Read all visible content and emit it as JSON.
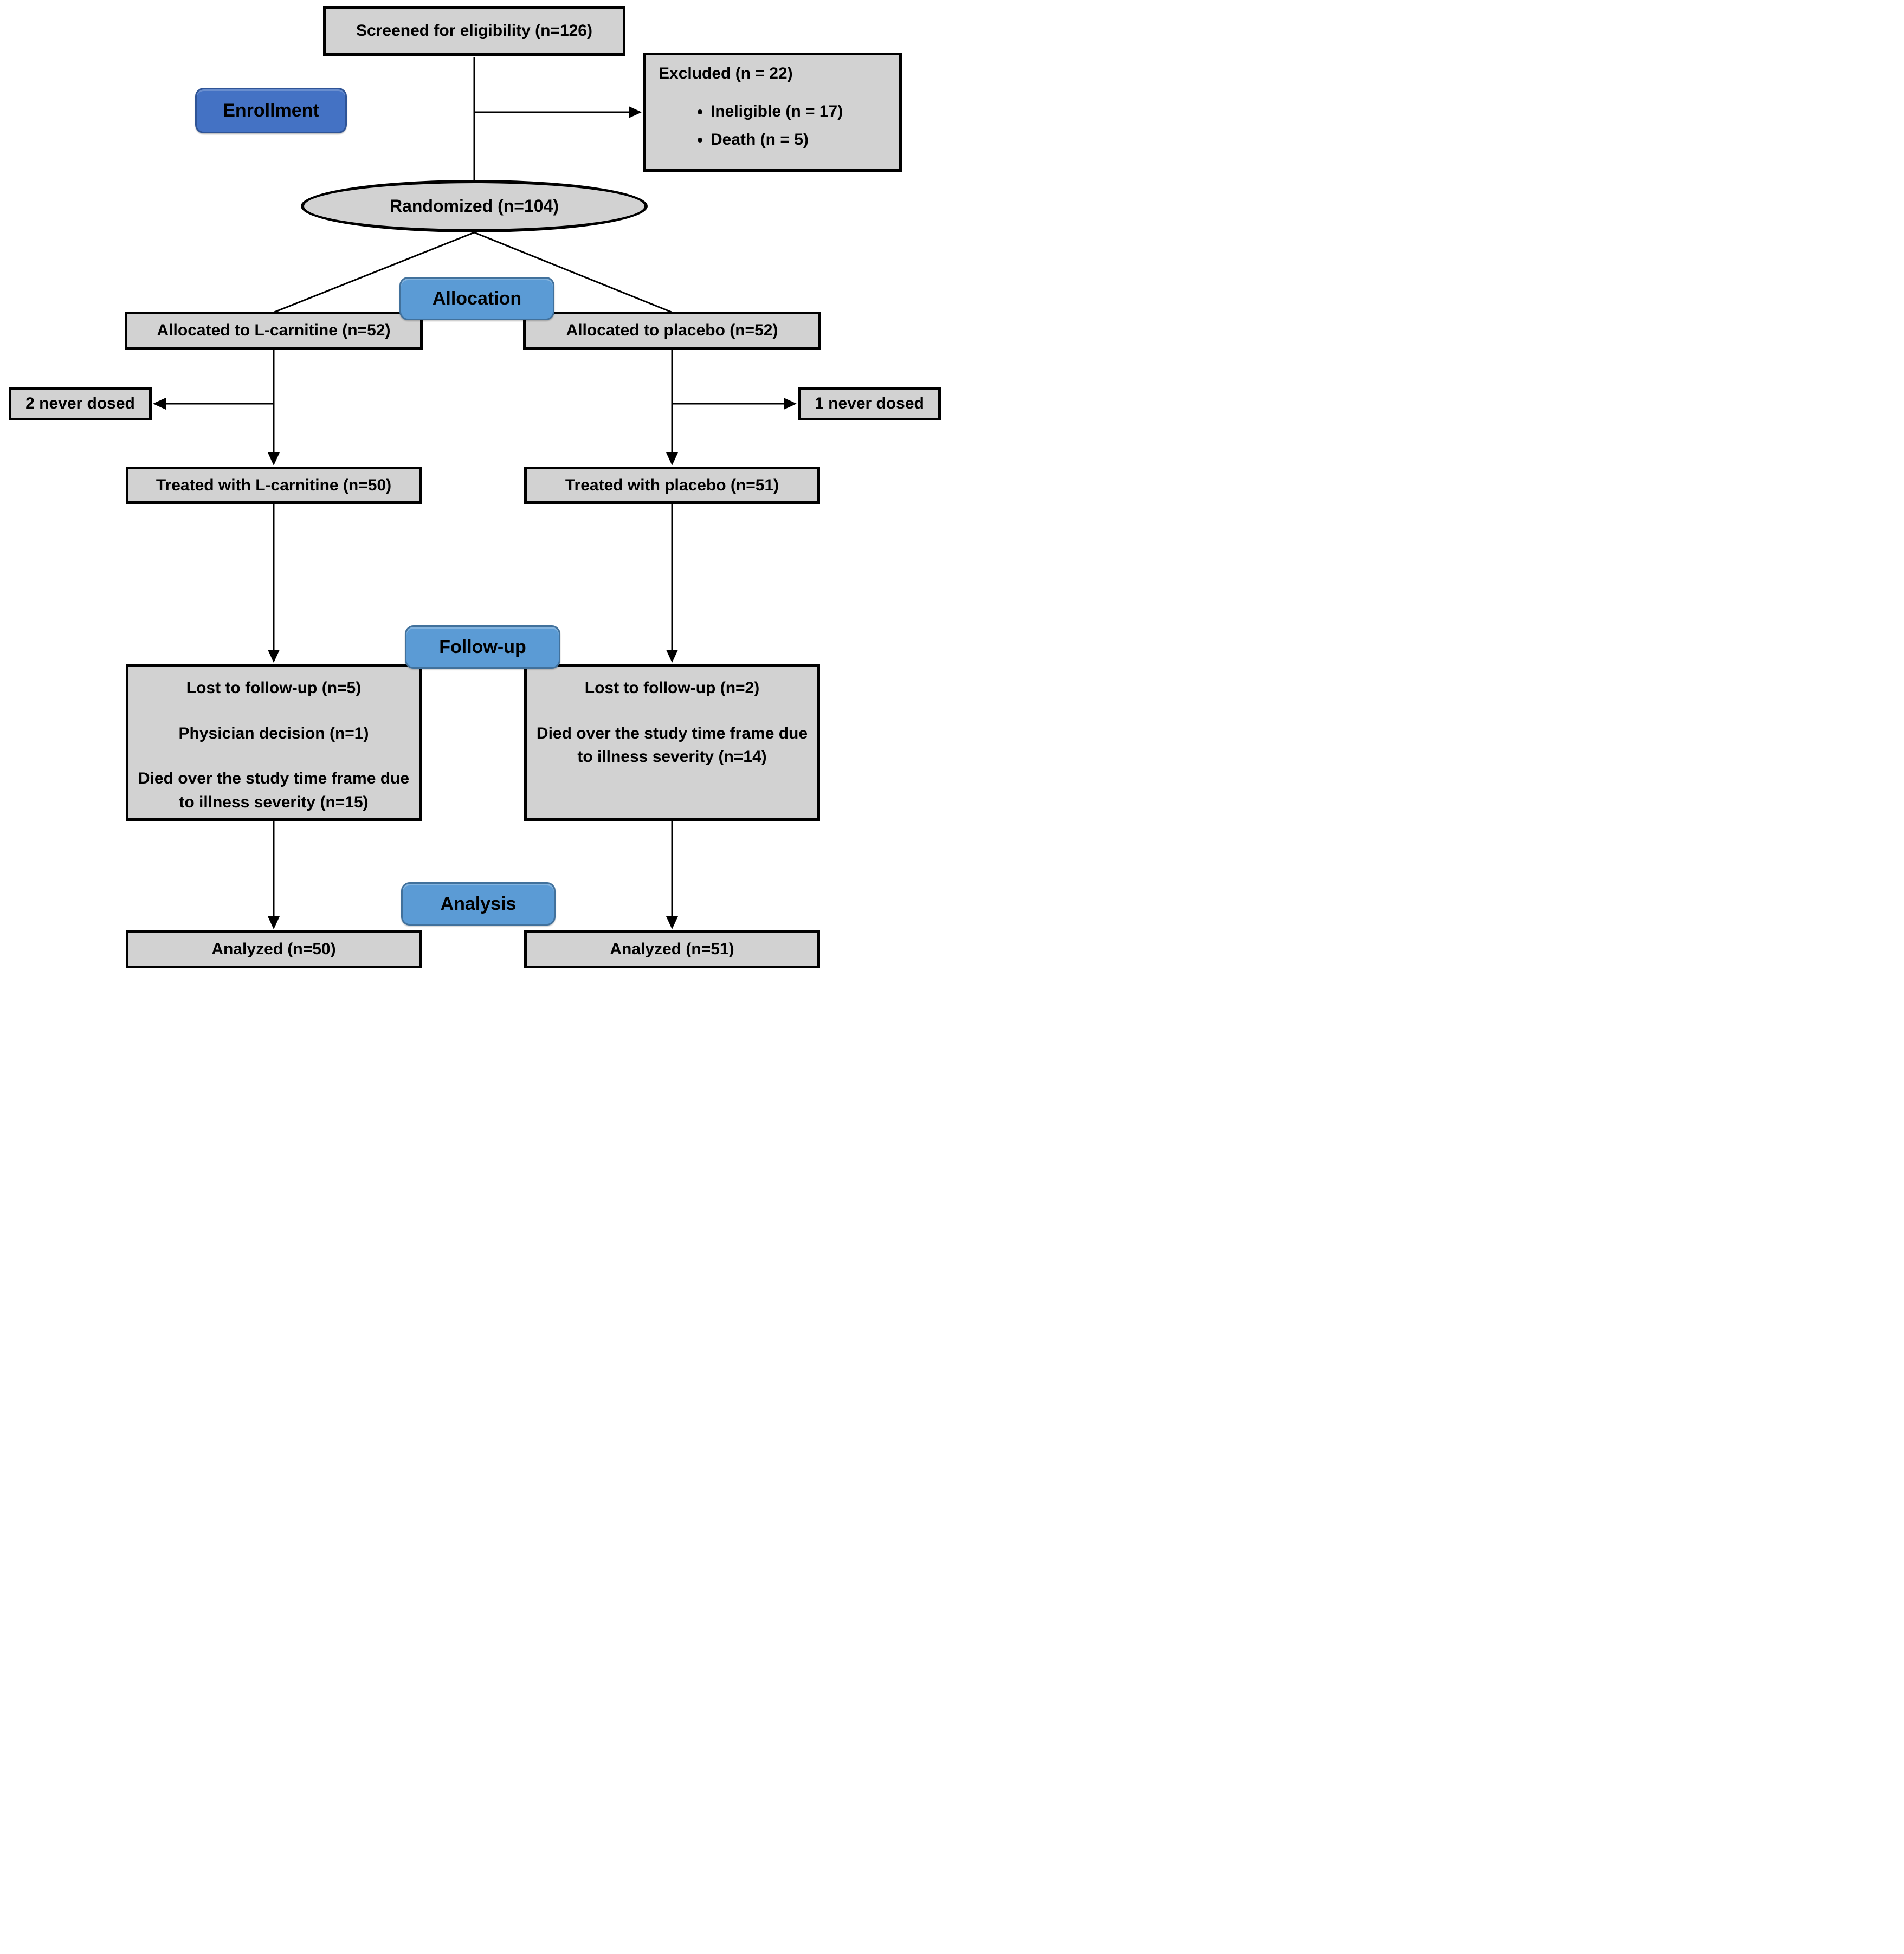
{
  "stage_labels": {
    "enrollment": "Enrollment",
    "allocation": "Allocation",
    "follow_up": "Follow-up",
    "analysis": "Analysis"
  },
  "nodes": {
    "screened": {
      "text": "Screened for eligibility (n=126)"
    },
    "excluded": {
      "title": "Excluded (n = 22)",
      "items": [
        "Ineligible (n = 17)",
        "Death (n = 5)"
      ]
    },
    "randomized": {
      "text": "Randomized (n=104)"
    },
    "allocated_carnitine": {
      "text": "Allocated to L-carnitine (n=52)"
    },
    "allocated_placebo": {
      "text": "Allocated to placebo (n=52)"
    },
    "never_dosed_carnitine": {
      "text": "2 never dosed"
    },
    "never_dosed_placebo": {
      "text": "1 never dosed"
    },
    "treated_carnitine": {
      "text": "Treated with L-carnitine (n=50)"
    },
    "treated_placebo": {
      "text": "Treated with placebo (n=51)"
    },
    "followup_carnitine": {
      "lines": [
        "Lost to follow-up (n=5)",
        "Physician decision (n=1)",
        "Died over the study time frame due to illness severity (n=15)"
      ]
    },
    "followup_placebo": {
      "lines": [
        "Lost to follow-up (n=2)",
        "Died over the study time frame due to illness severity (n=14)"
      ]
    },
    "analyzed_carnitine": {
      "text": "Analyzed (n=50)"
    },
    "analyzed_placebo": {
      "text": "Analyzed (n=51)"
    }
  },
  "colors": {
    "box_fill": "#d2d2d2",
    "box_border": "#000000",
    "enrollment_fill": "#4472c4",
    "enrollment_border": "#2f5496",
    "stage_fill": "#5b9bd5",
    "stage_border": "#41719c",
    "connector": "#000000"
  }
}
